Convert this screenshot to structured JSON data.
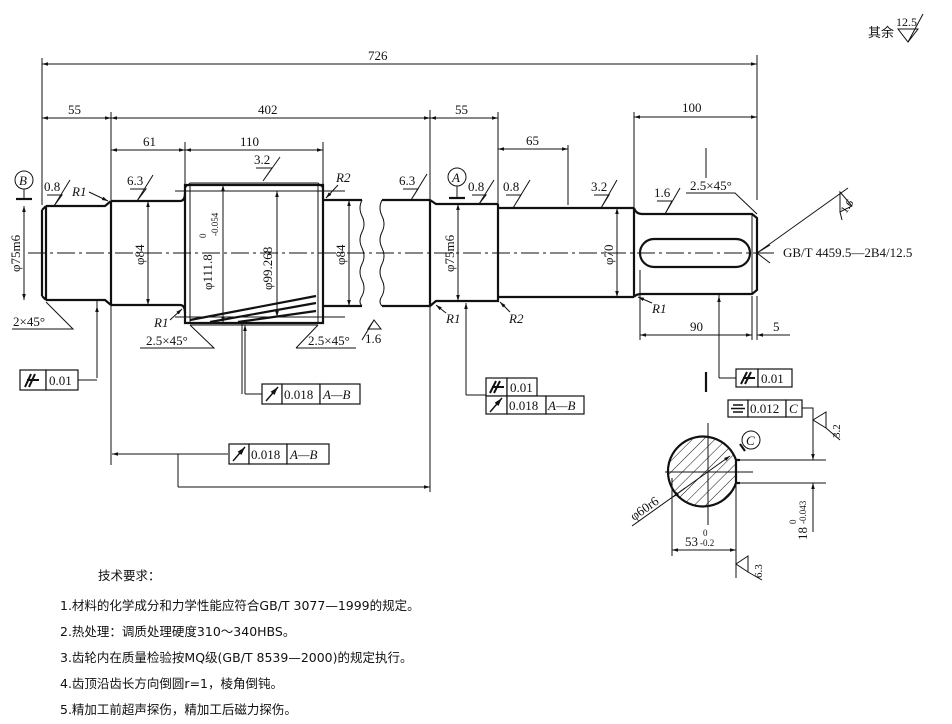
{
  "drawing": {
    "general_roughness": {
      "label": "其余",
      "value": "12.5"
    },
    "dimensions": {
      "overall_length": "726",
      "left_journal_length": "55",
      "middle_length": "402",
      "right_journal_length": "55",
      "left_shoulder_length": "61",
      "gear_width": "110",
      "journal2_length": "65",
      "shaft_end_length": "100",
      "key_length": "90",
      "key_offset": "5"
    },
    "diameters": {
      "left_journal": "φ75m6",
      "left_shoulder": "φ84",
      "gear_tip": "φ111.8",
      "gear_tip_tol_upper": "0",
      "gear_tip_tol_lower": "-0.054",
      "gear_pitch": "φ99.268",
      "right_shoulder": "φ84",
      "right_journal": "φ75m6",
      "seal_section": "φ70"
    },
    "radii": [
      "R1",
      "R2",
      "R1",
      "R1",
      "R2",
      "R1"
    ],
    "chamfers": {
      "left_end": "2×45°",
      "gear_left": "2.5×45°",
      "gear_right": "2.5×45°",
      "shaft_end": "2.5×45°"
    },
    "roughness": {
      "left_journal": "0.8",
      "left_shoulder": "6.3",
      "gear_top": "3.2",
      "gear_face": "1.6",
      "right_shoulder": "6.3",
      "right_journal": "0.8",
      "journal2": "0.8",
      "seal": "3.2",
      "shaft_end": "1.6",
      "center_hole": "1.6",
      "key_side": "3.2",
      "key_bottom": "6.3"
    },
    "datums": {
      "b": "B",
      "a": "A",
      "c": "C"
    },
    "center_hole_note": "GB/T 4459.5—2B4/12.5",
    "tolerances": {
      "left_cylindricity": {
        "symbol": "cylindricity",
        "value": "0.01"
      },
      "gear_runout": {
        "symbol": "circular-runout",
        "value": "0.018",
        "datum": "A—B"
      },
      "shoulder_runout": {
        "symbol": "circular-runout",
        "value": "0.018",
        "datum": "A—B"
      },
      "right_cylindricity": {
        "symbol": "cylindricity",
        "value": "0.01"
      },
      "right_runout": {
        "symbol": "circular-runout",
        "value": "0.018",
        "datum": "A—B"
      },
      "end_cylindricity": {
        "symbol": "cylindricity",
        "value": "0.01"
      },
      "key_symmetry": {
        "symbol": "symmetry",
        "value": "0.012",
        "datum": "C"
      }
    },
    "section": {
      "diameter": "φ60r6",
      "depth": "53",
      "depth_tol_upper": "0",
      "depth_tol_lower": "-0.2",
      "key_width": "18",
      "key_width_tol_upper": "0",
      "key_width_tol_lower": "-0.043"
    }
  },
  "technical_requirements": {
    "title": "技术要求：",
    "items": [
      "1.材料的化学成分和力学性能应符合GB/T 3077—1999的规定。",
      "2.热处理：调质处理硬度310～340HBS。",
      "3.齿轮内在质量检验按MQ级(GB/T 8539—2000)的规定执行。",
      "4.齿顶沿齿长方向倒圆r=1，棱角倒钝。",
      "5.精加工前超声探伤，精加工后磁力探伤。"
    ]
  }
}
